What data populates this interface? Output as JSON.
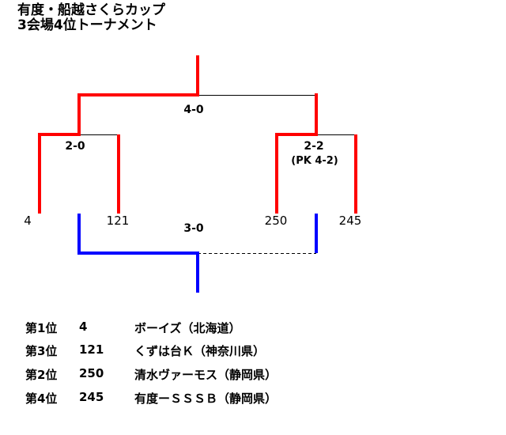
{
  "title": {
    "line1": "有度・船越さくらカップ",
    "line2": "3会場4位トーナメント"
  },
  "bracket": {
    "teams": [
      "4",
      "121",
      "250",
      "245"
    ],
    "scores": {
      "semi_left": "2-0",
      "semi_right": "2-2",
      "semi_right_pk": "(PK 4-2)",
      "final": "4-0",
      "third_place": "3-0"
    },
    "colors": {
      "winner": "#ff0000",
      "third": "#0000ff",
      "line": "#000000"
    }
  },
  "results": [
    {
      "rank": "第1位",
      "number": "4",
      "team": "ボーイズ（北海道）"
    },
    {
      "rank": "第3位",
      "number": "121",
      "team": "くずは台Ｋ（神奈川県）"
    },
    {
      "rank": "第2位",
      "number": "250",
      "team": "清水ヴァーモス（静岡県）"
    },
    {
      "rank": "第4位",
      "number": "245",
      "team": "有度ーＳＳＳＢ（静岡県）"
    }
  ]
}
